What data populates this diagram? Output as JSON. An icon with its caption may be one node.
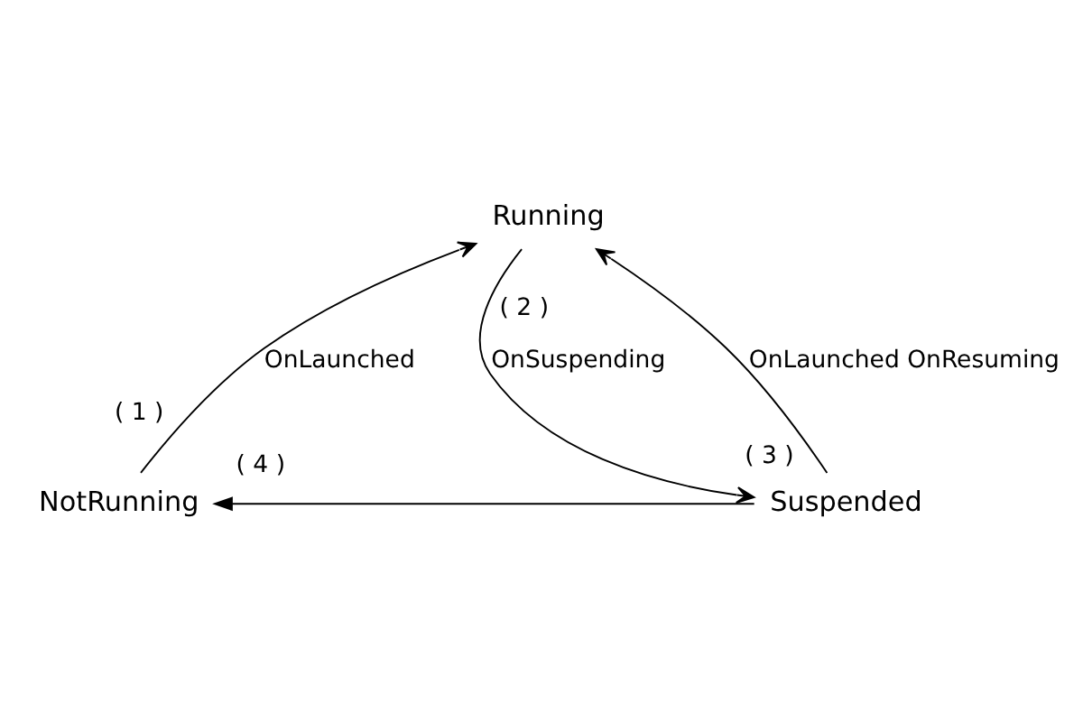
{
  "diagram": {
    "nodes": [
      {
        "text": [
          "Running"
        ]
      },
      {
        "text": [
          "NotRunning"
        ]
      },
      {
        "text": [
          "Suspended"
        ]
      }
    ],
    "edges": [
      {
        "from": 1,
        "to": 0,
        "arrow": "to",
        "label": "OnLaunched"
      },
      {
        "from": 0,
        "to": 2,
        "arrow": "to",
        "label": "OnSuspending"
      },
      {
        "from": 2,
        "to": 0,
        "arrow": "to",
        "label": "OnLaunched OnResuming"
      },
      {
        "from": 2,
        "to": 1,
        "arrow": "to"
      }
    ],
    "labels": [
      "( 1 )",
      "( 2 )",
      "( 3 )",
      "( 4 )"
    ]
  }
}
